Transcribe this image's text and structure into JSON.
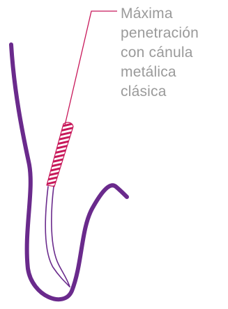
{
  "caption": {
    "lines": [
      "Máxima",
      "penetración",
      "con cánula",
      "metálica",
      "clásica"
    ]
  },
  "colors": {
    "tissue": "#6a2a8c",
    "cannula_stripe": "#c8185a",
    "leader_line": "#c8185a",
    "caption_text": "#9a9a9a",
    "cannula_outline": "#6a2a8c"
  }
}
